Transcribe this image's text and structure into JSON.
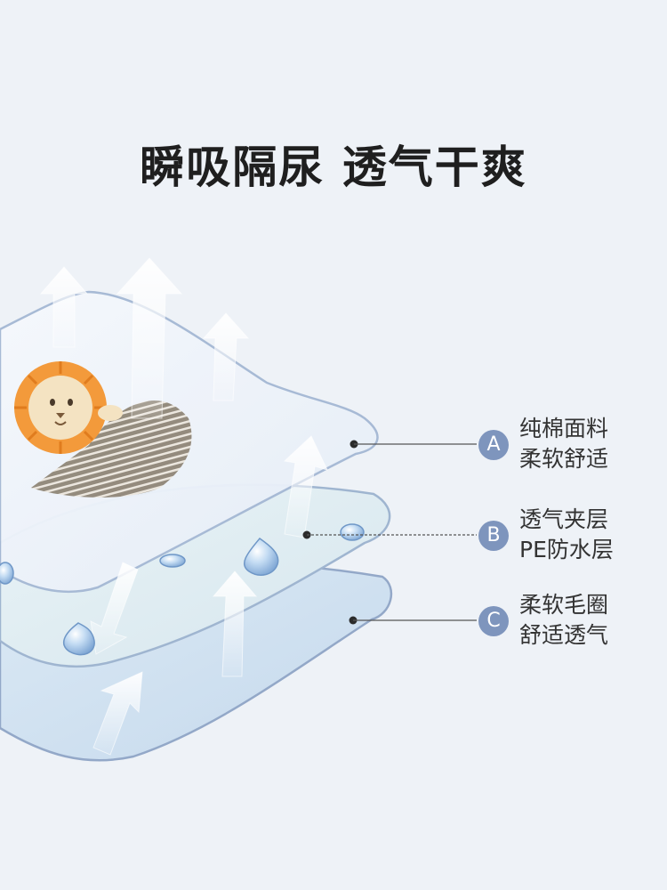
{
  "headline": "瞬吸隔尿 透气干爽",
  "colors": {
    "badge": "#7e95bd",
    "background": "#eef2f7",
    "lion_mane": "#f39a3b",
    "stripe_patch": "#8a8070"
  },
  "icons": [
    "up-arrow-icon",
    "water-droplet-icon",
    "lion-illustration"
  ],
  "layers": [
    {
      "badge": "A",
      "line1": "纯棉面料",
      "line2": "柔软舒适"
    },
    {
      "badge": "B",
      "line1": "透气夹层",
      "line2": "PE防水层"
    },
    {
      "badge": "C",
      "line1": "柔软毛圈",
      "line2": "舒适透气"
    }
  ]
}
